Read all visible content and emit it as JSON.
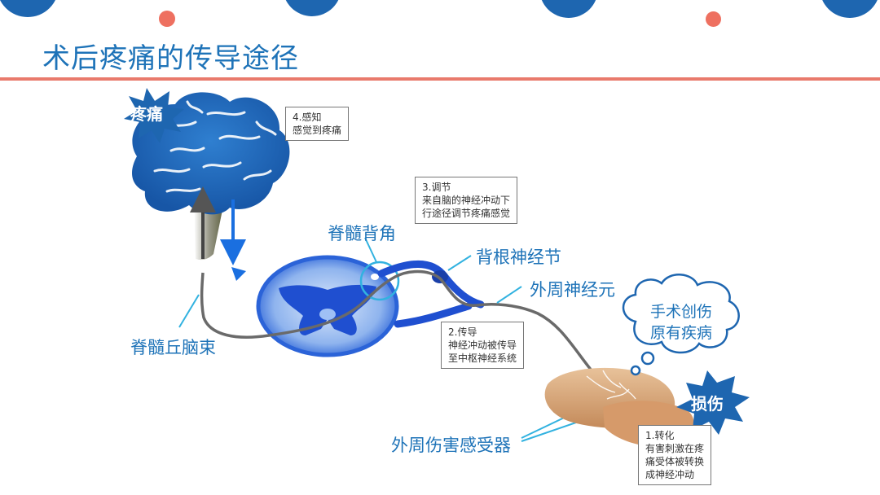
{
  "colors": {
    "accent_blue": "#1e73b8",
    "deep_blue": "#2a6ab5",
    "coral": "#ee7060",
    "rule": "#e97a6c",
    "nerve_gray": "#666666",
    "tissue_tan": "#d9a77b"
  },
  "slide": {
    "title": "术后疼痛的传导途径"
  },
  "labels": {
    "pain_burst": "疼痛",
    "injury_burst": "损伤",
    "dorsal_horn": "脊髓背角",
    "dorsal_root_ganglion": "背根神经节",
    "peripheral_neuron": "外周神经元",
    "spinothalamic_tract": "脊髓丘脑束",
    "nociceptor": "外周伤害感受器"
  },
  "thought_cloud": {
    "line1": "手术创伤",
    "line2": "原有疾病"
  },
  "steps": [
    {
      "title": "1.转化",
      "lines": [
        "有害刺激在疼",
        "痛受体被转换",
        "成神经冲动"
      ]
    },
    {
      "title": "2.传导",
      "lines": [
        "神经冲动被传导",
        "至中枢神经系统"
      ]
    },
    {
      "title": "3.调节",
      "lines": [
        "来自脑的神经冲动下",
        "行途径调节疼痛感觉"
      ]
    },
    {
      "title": "4.感知",
      "lines": [
        "感觉到疼痛"
      ]
    }
  ],
  "icons": {
    "brain": "brain-icon",
    "spinal_cord": "spinal-cord-cross-section-icon",
    "tissue": "injured-tissue-icon",
    "pain_burst": "starburst-icon",
    "injury_burst": "starburst-icon",
    "thought_cloud": "thought-cloud-icon"
  }
}
